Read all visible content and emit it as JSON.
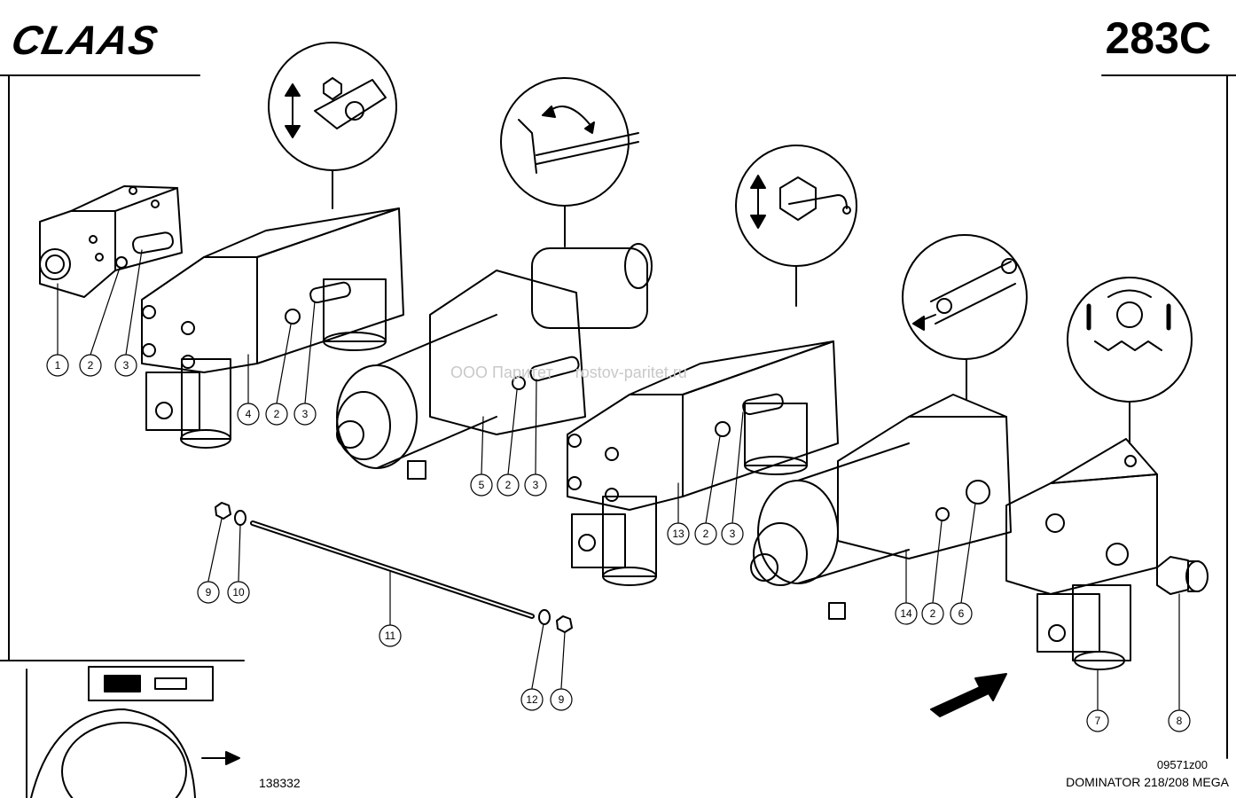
{
  "header": {
    "brand": "CLAAS",
    "page_code": "283C"
  },
  "footer": {
    "doc_number": "138332",
    "drawing_code": "09571z00",
    "model": "DOMINATOR 218/208 MEGA"
  },
  "watermark": {
    "left": "ООО Паритет",
    "right": "rostov-paritet.ru"
  },
  "callouts": [
    {
      "id": "c1",
      "label": "1"
    },
    {
      "id": "c2a",
      "label": "2"
    },
    {
      "id": "c3a",
      "label": "3"
    },
    {
      "id": "c4",
      "label": "4"
    },
    {
      "id": "c2b",
      "label": "2"
    },
    {
      "id": "c3b",
      "label": "3"
    },
    {
      "id": "c5",
      "label": "5"
    },
    {
      "id": "c2c",
      "label": "2"
    },
    {
      "id": "c3c",
      "label": "3"
    },
    {
      "id": "c13",
      "label": "13"
    },
    {
      "id": "c2d",
      "label": "2"
    },
    {
      "id": "c3d",
      "label": "3"
    },
    {
      "id": "c14",
      "label": "14"
    },
    {
      "id": "c2e",
      "label": "2"
    },
    {
      "id": "c6",
      "label": "6"
    },
    {
      "id": "c9a",
      "label": "9"
    },
    {
      "id": "c10",
      "label": "10"
    },
    {
      "id": "c11",
      "label": "11"
    },
    {
      "id": "c12",
      "label": "12"
    },
    {
      "id": "c9b",
      "label": "9"
    },
    {
      "id": "c7",
      "label": "7"
    },
    {
      "id": "c8",
      "label": "8"
    }
  ],
  "function_icons": [
    "cutter-height-icon",
    "reel-tilt-icon",
    "reel-height-icon",
    "conveyor-reverse-icon",
    "reel-rotation-icon"
  ]
}
